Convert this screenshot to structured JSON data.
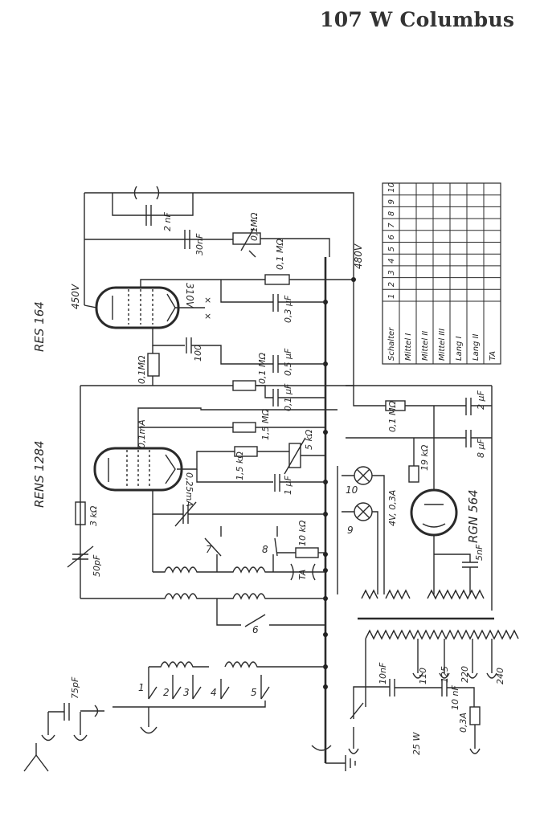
{
  "title": "107 W Columbus",
  "tubes": {
    "res164": "RES 164",
    "rens1284": "RENS 1284",
    "rgn564": "RGN 564"
  },
  "labels": {
    "v450": "450V",
    "v310": "310V",
    "v480": "480V",
    "c2nf": "2 nF",
    "c30nf": "30nF",
    "r01mohm_pot": "0,1MΩ",
    "r01mohm_a": "0,1 MΩ",
    "c03uf": "0,3 µF",
    "r01mohm_grid": "0,1MΩ",
    "c100": "100",
    "c05uf": "0,5 µF",
    "r01mohm_b": "0,1 MΩ",
    "c01uf": "0,1 µF",
    "r15mohm": "1,5 MΩ",
    "i01ma": "0,1mA",
    "r15kohm": "1,5 kΩ",
    "r5kohm": "5 kΩ",
    "c1uf": "1 µF",
    "i025ma": "0,25mA",
    "r3kohm": "3 kΩ",
    "c50pf": "50pF",
    "r10kohm": "10 kΩ",
    "ta": "TA",
    "r01mohm_c": "0,1 MΩ",
    "c2uf": "2 µF",
    "c8uf": "8 µF",
    "r19kohm": "19 kΩ",
    "lamp": "4V, 0,3A",
    "c5nf": "5nF",
    "c75pf": "75pF",
    "c10nf": "10nF",
    "c10nf_b": "10 nF",
    "v110": "110",
    "v125": "125",
    "v220": "220",
    "v240": "240",
    "fuse": "0,3A",
    "w25": "25 W",
    "n1": "1",
    "n2": "2",
    "n3": "3",
    "n4": "4",
    "n5": "5",
    "n6": "6",
    "n7": "7",
    "n8": "8",
    "n9": "9",
    "n10": "10"
  },
  "switch_table": {
    "header": "Schalter",
    "numbers": [
      "1",
      "2",
      "3",
      "4",
      "5",
      "6",
      "7",
      "8",
      "9",
      "10"
    ],
    "rows": [
      "Mittel I",
      "Mittel II",
      "Mittel III",
      "Lang I",
      "Lang II",
      "TA"
    ]
  }
}
